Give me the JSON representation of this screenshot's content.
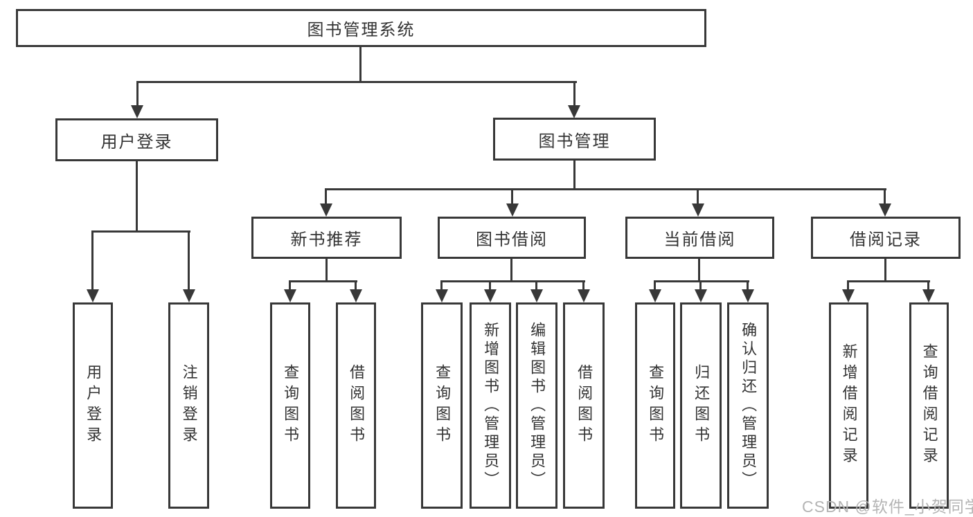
{
  "colors": {
    "line": "#383838",
    "node_border": "#383838",
    "text": "#333333",
    "background": "#ffffff",
    "watermark": "#b4b4b4"
  },
  "tree": {
    "root": "图书管理系统",
    "branches": [
      {
        "label": "用户登录",
        "children": [
          "用户登录",
          "注销登录"
        ]
      },
      {
        "label": "图书管理",
        "groups": [
          {
            "label": "新书推荐",
            "children": [
              "查询图书",
              "借阅图书"
            ]
          },
          {
            "label": "图书借阅",
            "children": [
              "查询图书",
              "新增图书（管理员）",
              "编辑图书（管理员）",
              "借阅图书"
            ]
          },
          {
            "label": "当前借阅",
            "children": [
              "查询图书",
              "归还图书",
              "确认归还（管理员）"
            ]
          },
          {
            "label": "借阅记录",
            "children": [
              "新增借阅记录",
              "查询借阅记录"
            ]
          }
        ]
      }
    ]
  },
  "watermark": "CSDN @软件_小贺同学"
}
